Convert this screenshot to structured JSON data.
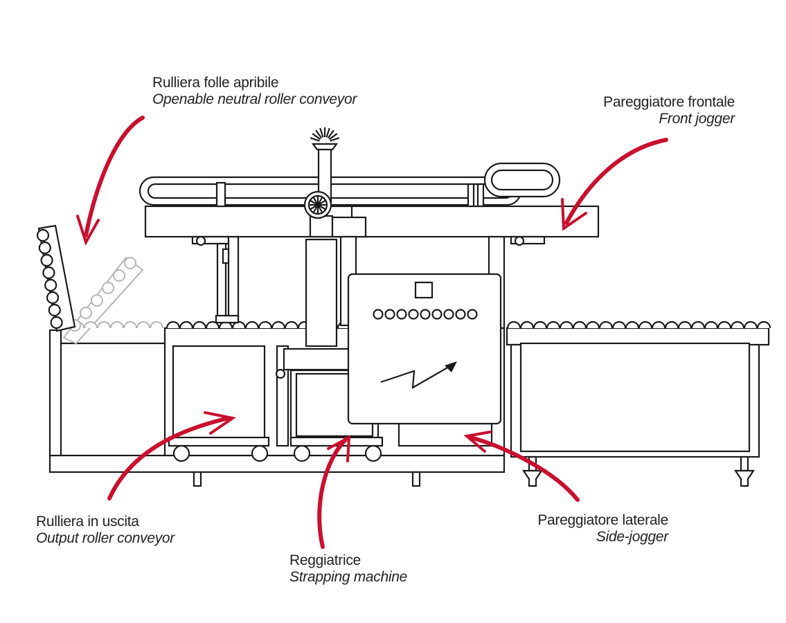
{
  "labels": {
    "openable_conveyor": {
      "it": "Rulliera folle apribile",
      "en": "Openable neutral roller conveyor"
    },
    "front_jogger": {
      "it": "Pareggiatore frontale",
      "en": "Front jogger"
    },
    "output_conveyor": {
      "it": "Rulliera in uscita",
      "en": "Output roller conveyor"
    },
    "strapping_machine": {
      "it": "Reggiatrice",
      "en": "Strapping machine"
    },
    "side_jogger": {
      "it": "Pareggiatore laterale",
      "en": "Side-jogger"
    }
  },
  "colors": {
    "arrow": "#c8102e",
    "line": "#1a1a1a",
    "ghost": "#b5b5b5"
  },
  "icons": {
    "lamp": "beacon-lamp-icon",
    "fan": "fan-wheel-icon",
    "bolt": "lightning-bolt-icon"
  }
}
